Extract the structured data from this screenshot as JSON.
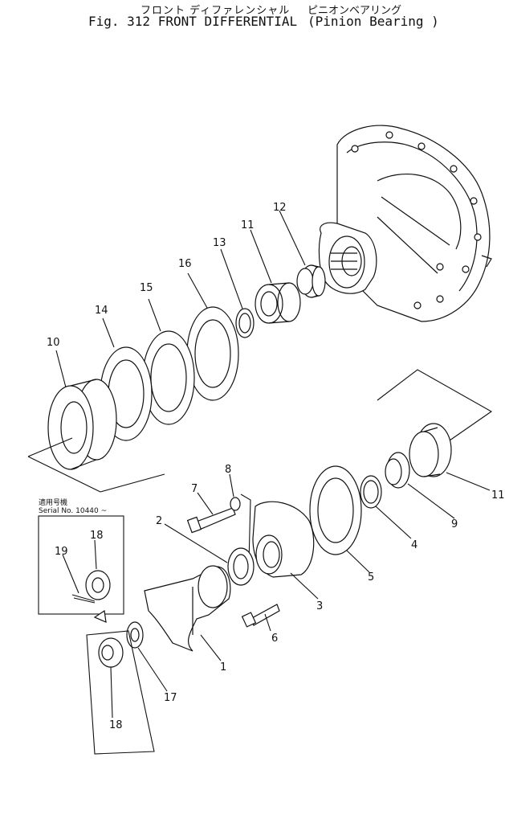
{
  "title": {
    "jp_main": "フロント ディファレンシャル",
    "jp_sub": "ピニオンベアリング",
    "en_main": "Fig. 312 FRONT DIFFERENTIAL",
    "en_sub": "(Pinion Bearing )"
  },
  "serial_box": {
    "jp_label": "適用号機",
    "serial_text": "Serial No. 10440 ~"
  },
  "callouts": {
    "c1": "1",
    "c2": "2",
    "c3": "3",
    "c4": "4",
    "c5": "5",
    "c6": "6",
    "c7": "7",
    "c8": "8",
    "c9": "9",
    "c10": "10",
    "c11a": "11",
    "c11b": "11",
    "c12": "12",
    "c13": "13",
    "c14": "14",
    "c15": "15",
    "c16": "16",
    "c17": "17",
    "c18a": "18",
    "c18b": "18",
    "c19": "19"
  }
}
